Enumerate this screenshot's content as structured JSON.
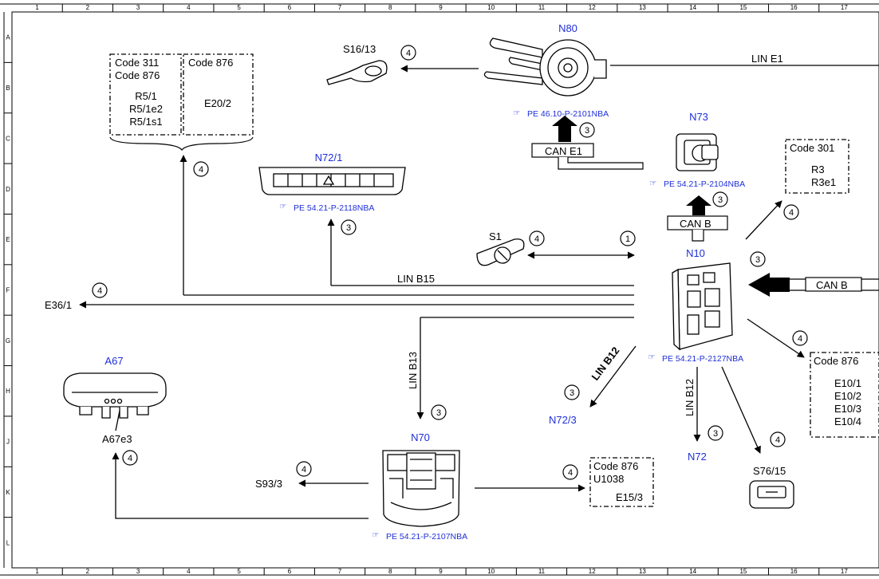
{
  "grid": {
    "columns": [
      "1",
      "2",
      "3",
      "4",
      "5",
      "6",
      "7",
      "8",
      "9",
      "10",
      "11",
      "12",
      "13",
      "14",
      "15",
      "16",
      "17"
    ],
    "rows": [
      "A",
      "B",
      "C",
      "D",
      "E",
      "F",
      "G",
      "H",
      "J",
      "K",
      "L"
    ]
  },
  "components": {
    "n80": {
      "label": "N80",
      "ref": "PE 46.10-P-2101NBA"
    },
    "n73": {
      "label": "N73",
      "ref": "PE 54.21-P-2104NBA"
    },
    "n72_1": {
      "label": "N72/1",
      "ref": "PE 54.21-P-2118NBA"
    },
    "n10": {
      "label": "N10",
      "ref": "PE 54.21-P-2127NBA"
    },
    "n70": {
      "label": "N70",
      "ref": "PE 54.21-P-2107NBA"
    },
    "a67": {
      "label": "A67",
      "sub": "A67e3"
    },
    "s16_13": {
      "label": "S16/13"
    },
    "s1": {
      "label": "S1"
    },
    "s76_15": {
      "label": "S76/15"
    },
    "e36_1": {
      "label": "E36/1"
    },
    "s93_3": {
      "label": "S93/3"
    },
    "n72_3": {
      "label": "N72/3"
    },
    "n72": {
      "label": "N72"
    }
  },
  "boxes": {
    "code311": {
      "lines": [
        "Code 311",
        "Code 876",
        "",
        "R5/1",
        "R5/1e2",
        "R5/1s1"
      ]
    },
    "code876_e20": {
      "lines": [
        "Code 876",
        "",
        "E20/2"
      ]
    },
    "code301": {
      "lines": [
        "Code 301",
        "",
        "R3",
        "R3e1"
      ]
    },
    "code876_e10": {
      "lines": [
        "Code 876",
        "",
        "E10/1",
        "E10/2",
        "E10/3",
        "E10/4"
      ]
    },
    "code876_u1038": {
      "lines": [
        "Code 876",
        "U1038",
        "",
        "E15/3"
      ]
    }
  },
  "buses": {
    "lin_e1": "LIN E1",
    "can_e1": "CAN E1",
    "can_b_top": "CAN B",
    "can_b_right": "CAN B",
    "lin_b15": "LIN B15",
    "lin_b13": "LIN B13",
    "lin_b12_diag": "LIN B12",
    "lin_b12_vert": "LIN B12"
  },
  "markers": {
    "m_s16": "4",
    "m_n80": "3",
    "m_n73": "3",
    "m_code301": "4",
    "m_code311": "4",
    "m_n72_1": "3",
    "m_s1": "4",
    "m_s1b": "1",
    "m_n10": "3",
    "m_e36": "4",
    "m_code876_e10": "4",
    "m_n72_3": "3",
    "m_n72": "3",
    "m_s76": "4",
    "m_n70_top": "3",
    "m_s93": "4",
    "m_a67": "4",
    "m_u1038": "4"
  }
}
